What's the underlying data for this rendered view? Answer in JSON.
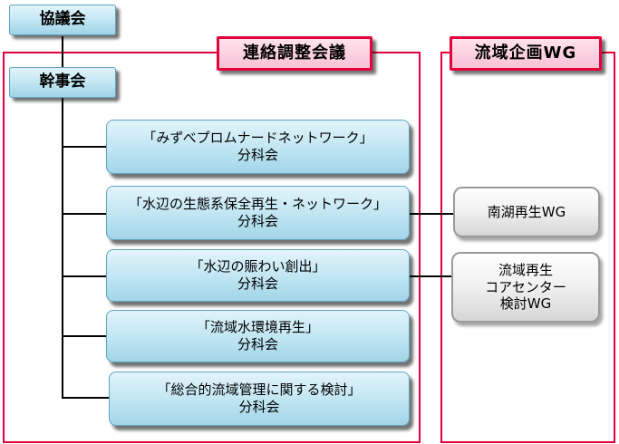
{
  "top": {
    "council": "協議会",
    "executive": "幹事会"
  },
  "groups": {
    "liaison_title": "連絡調整会議",
    "basin_title": "流域企画WG"
  },
  "subcommittees": [
    {
      "line1": "「みずべプロムナードネットワーク」",
      "line2": "分科会"
    },
    {
      "line1": "「水辺の生態系保全再生・ネットワーク」",
      "line2": "分科会"
    },
    {
      "line1": "「水辺の賑わい創出」",
      "line2": "分科会"
    },
    {
      "line1": "「流域水環境再生」",
      "line2": "分科会"
    },
    {
      "line1": "「総合的流域管理に関する検討」",
      "line2": "分科会"
    }
  ],
  "working_groups": [
    {
      "lines": [
        "南湖再生WG"
      ]
    },
    {
      "lines": [
        "流域再生",
        "コアセンター",
        "検討WG"
      ]
    }
  ],
  "colors": {
    "frame": "#e4003b",
    "blue_box": "#bfe5f2",
    "pink_label": "#f8c2d6",
    "gray_box": "#ececec"
  }
}
